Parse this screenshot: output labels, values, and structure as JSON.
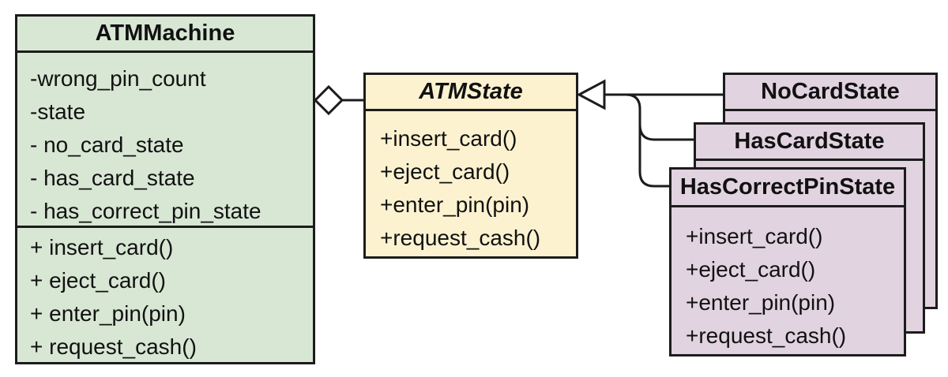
{
  "atm_machine": {
    "name": "ATMMachine",
    "attributes": [
      "-wrong_pin_count",
      "-state",
      "- no_card_state",
      "- has_card_state",
      "- has_correct_pin_state"
    ],
    "operations": [
      "+ insert_card()",
      "+ eject_card()",
      "+ enter_pin(pin)",
      "+ request_cash()"
    ]
  },
  "atm_state": {
    "name": "ATMState",
    "operations": [
      "+insert_card()",
      "+eject_card()",
      "+enter_pin(pin)",
      "+request_cash()"
    ]
  },
  "no_card_state": {
    "name": "NoCardState"
  },
  "has_card_state": {
    "name": "HasCardState"
  },
  "has_correct_pin_state": {
    "name": "HasCorrectPinState",
    "operations": [
      "+insert_card()",
      "+eject_card()",
      "+enter_pin(pin)",
      "+request_cash()"
    ]
  },
  "colors": {
    "atm_machine_fill": "#d8e6d4",
    "atm_state_fill": "#fcf2d0",
    "concrete_state_fill": "#e1d3e0",
    "stroke": "#1c1c1c"
  }
}
